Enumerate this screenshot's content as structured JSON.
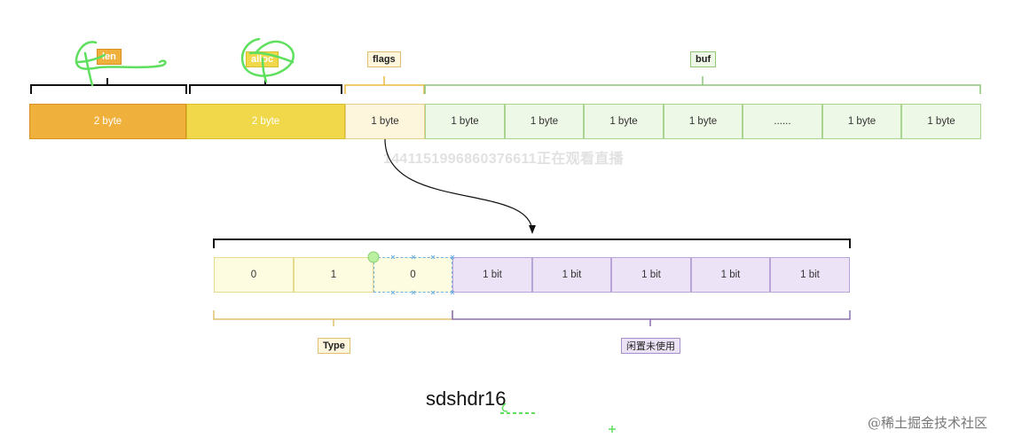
{
  "header_tags": {
    "len": "len",
    "alloc": "alloc",
    "flags": "flags",
    "buf": "buf"
  },
  "byte_row": [
    "2 byte",
    "2 byte",
    "1 byte",
    "1 byte",
    "1 byte",
    "1 byte",
    "1 byte",
    "......",
    "1 byte",
    "1 byte"
  ],
  "bit_row": [
    "0",
    "1",
    "0",
    "1 bit",
    "1 bit",
    "1 bit",
    "1 bit",
    "1 bit"
  ],
  "bottom_tags": {
    "type": "Type",
    "unused": "闲置未使用"
  },
  "caption": "sdshdr16",
  "watermark": "1441151996860376611正在观看直播",
  "credit": "@稀土掘金技术社区",
  "colors": {
    "len_fill": "#f0b03c",
    "alloc_fill": "#f0d84a",
    "flags_fill": "#fdf6dc",
    "buf_fill": "#eef8e6",
    "bits_fill": "#fefce0",
    "unused_fill": "#ece4f6",
    "green_scribble": "#5ee05e"
  }
}
